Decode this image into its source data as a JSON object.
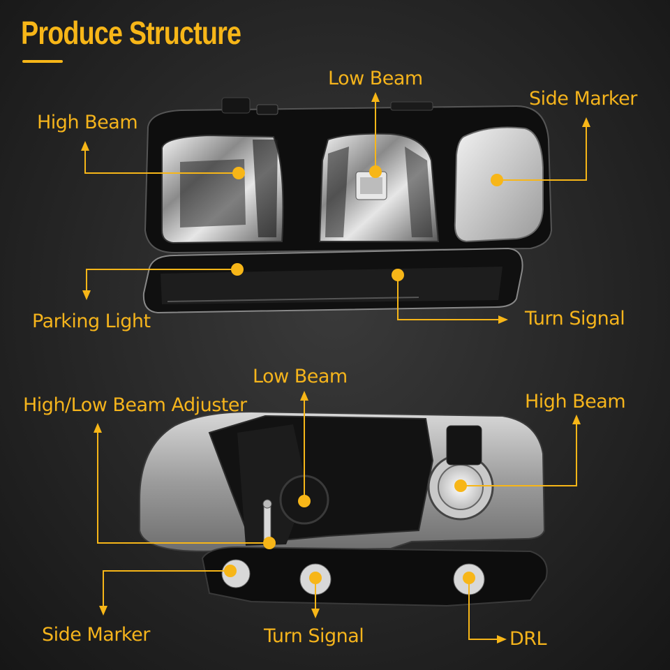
{
  "title": "Produce Structure",
  "colors": {
    "accent": "#f7b618",
    "background": "#2a2a2a"
  },
  "top": {
    "low_beam": "Low Beam",
    "side_marker": "Side Marker",
    "high_beam": "High Beam",
    "parking_light": "Parking Light",
    "turn_signal": "Turn Signal"
  },
  "bottom": {
    "low_beam": "Low  Beam",
    "adjuster": "High/Low Beam Adjuster",
    "high_beam": "High Beam",
    "side_marker": "Side Marker",
    "turn_signal": "Turn Signal",
    "drl": "DRL"
  }
}
